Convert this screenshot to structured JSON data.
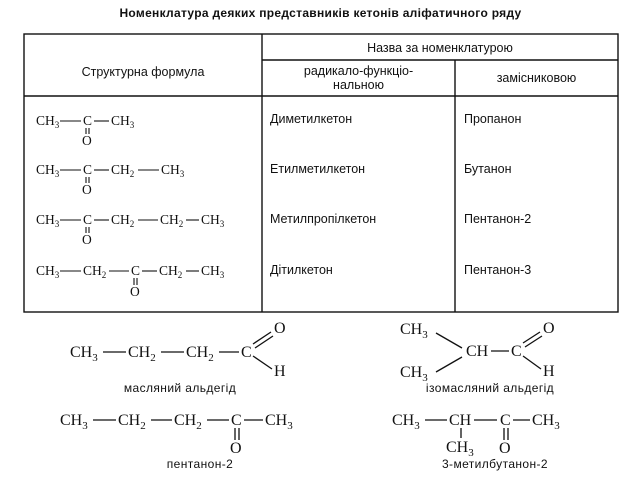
{
  "title": "Номенклатура деяких представників кетонів аліфатичного ряду",
  "table": {
    "col_structural": "Структурна формула",
    "col_names": "Назва за номенклатурою",
    "col_radical_1": "радикало-функціо-",
    "col_radical_2": "нальною",
    "col_substitutive": "замісниковою",
    "rows": [
      {
        "radical": "Диметилкетон",
        "substitutive": "Пропанон"
      },
      {
        "radical": "Етилметилкетон",
        "substitutive": "Бутанон"
      },
      {
        "radical": "Метилпропілкетон",
        "substitutive": "Пентанон-2"
      },
      {
        "radical": "Дітилкетон",
        "substitutive": "Пентанон-3"
      }
    ]
  },
  "formulas": {
    "ch3": "CH",
    "ch2": "CH",
    "ch": "CH",
    "c": "C",
    "o": "O",
    "h": "H",
    "sub3": "3",
    "sub2": "2"
  },
  "bottom": {
    "label1": "масляний альдегід",
    "label2": "ізомасляний альдегід",
    "label3": "пентанон-2",
    "label4": "3-метилбутанон-2"
  }
}
